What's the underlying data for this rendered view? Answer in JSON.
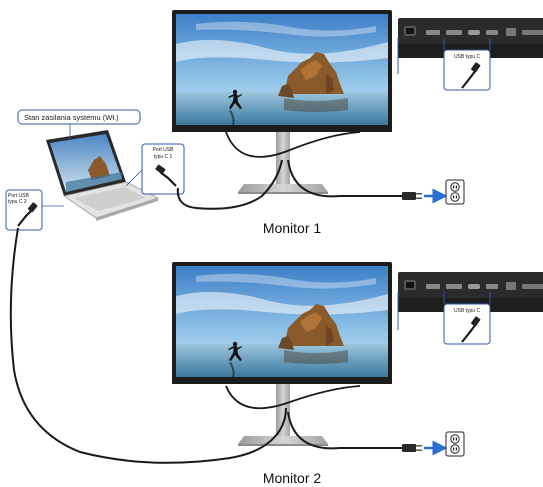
{
  "labels": {
    "power_status": "Stan zasilania systemu (Wł.)",
    "laptop_port_1_line1": "Port USB",
    "laptop_port_1_line2": "typu C 1",
    "laptop_port_2_line1": "Port USB",
    "laptop_port_2_line2": "typu C 2",
    "monitor_port_1": "USB typu C",
    "monitor_port_2": "USB typu C"
  },
  "captions": {
    "monitor_1": "Monitor 1",
    "monitor_2": "Monitor 2"
  },
  "colors": {
    "callout_border": "#2f5aa8",
    "cable": "#1a1a1a",
    "arrow": "#2a6fd0",
    "bezel": "#1c1c1c",
    "stand": "#bfbfbf"
  }
}
